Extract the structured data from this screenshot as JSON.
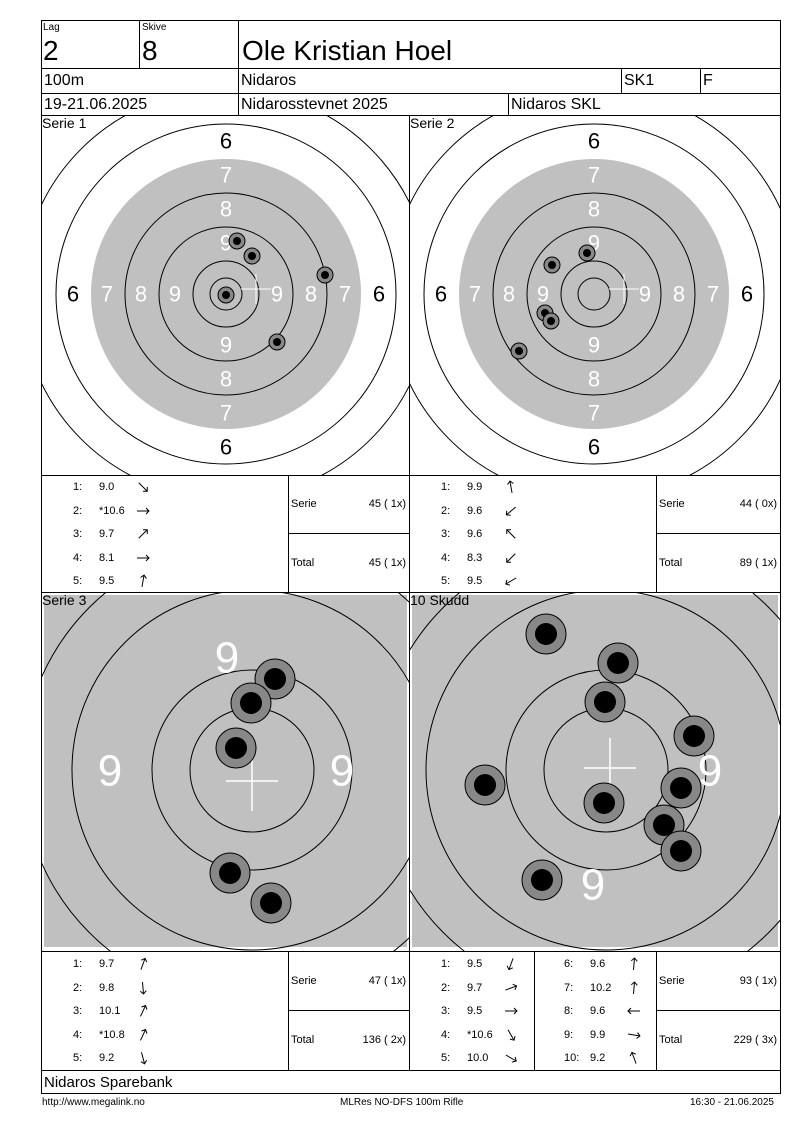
{
  "header": {
    "lag_label": "Lag",
    "lag_value": "2",
    "skive_label": "Skive",
    "skive_value": "8",
    "name": "Ole Kristian Hoel",
    "distance": "100m",
    "club": "Nidaros",
    "class": "SK1",
    "group": "F",
    "dates": "19-21.06.2025",
    "event": "Nidarosstevnet 2025",
    "organizer": "Nidaros SKL"
  },
  "serie1": {
    "title": "Serie 1",
    "shots": [
      {
        "n": "1:",
        "v": "9.0",
        "dir": 135
      },
      {
        "n": "2:",
        "v": "*10.6",
        "dir": 90
      },
      {
        "n": "3:",
        "v": "9.7",
        "dir": 45
      },
      {
        "n": "4:",
        "v": "8.1",
        "dir": 90
      },
      {
        "n": "5:",
        "v": "9.5",
        "dir": 10
      }
    ],
    "serie_label": "Serie",
    "serie_value": "45 ( 1x)",
    "total_label": "Total",
    "total_value": "45 ( 1x)"
  },
  "serie2": {
    "title": "Serie 2",
    "shots": [
      {
        "n": "1:",
        "v": "9.9",
        "dir": 350
      },
      {
        "n": "2:",
        "v": "9.6",
        "dir": 230
      },
      {
        "n": "3:",
        "v": "9.6",
        "dir": 315
      },
      {
        "n": "4:",
        "v": "8.3",
        "dir": 225
      },
      {
        "n": "5:",
        "v": "9.5",
        "dir": 240
      }
    ],
    "serie_label": "Serie",
    "serie_value": "44 ( 0x)",
    "total_label": "Total",
    "total_value": "89 ( 1x)"
  },
  "serie3": {
    "title": "Serie 3",
    "shots": [
      {
        "n": "1:",
        "v": "9.7",
        "dir": 20
      },
      {
        "n": "2:",
        "v": "9.8",
        "dir": 175
      },
      {
        "n": "3:",
        "v": "10.1",
        "dir": 25
      },
      {
        "n": "4:",
        "v": "*10.8",
        "dir": 25
      },
      {
        "n": "5:",
        "v": "9.2",
        "dir": 165
      }
    ],
    "serie_label": "Serie",
    "serie_value": "47 ( 1x)",
    "total_label": "Total",
    "total_value": "136 ( 2x)"
  },
  "summary": {
    "title": "10 Skudd",
    "shots_left": [
      {
        "n": "1:",
        "v": "9.5",
        "dir": 200
      },
      {
        "n": "2:",
        "v": "9.7",
        "dir": 70
      },
      {
        "n": "3:",
        "v": "9.5",
        "dir": 90
      },
      {
        "n": "4:",
        "v": "*10.6",
        "dir": 150
      },
      {
        "n": "5:",
        "v": "10.0",
        "dir": 120
      }
    ],
    "shots_right": [
      {
        "n": "6:",
        "v": "9.6",
        "dir": 5
      },
      {
        "n": "7:",
        "v": "10.2",
        "dir": 5
      },
      {
        "n": "8:",
        "v": "9.6",
        "dir": 270
      },
      {
        "n": "9:",
        "v": "9.9",
        "dir": 100
      },
      {
        "n": "10:",
        "v": "9.2",
        "dir": 340
      }
    ],
    "serie_label": "Serie",
    "serie_value": "93 ( 1x)",
    "total_label": "Total",
    "total_value": "229 ( 3x)"
  },
  "target_labels": {
    "six": "6",
    "seven": "7",
    "eight": "8",
    "nine": "9"
  },
  "sponsor": "Nidaros Sparebank",
  "footer": {
    "url": "http://www.megalink.no",
    "system": "MLRes NO-DFS 100m Rifle",
    "timestamp": "16:30 - 21.06.2025"
  }
}
